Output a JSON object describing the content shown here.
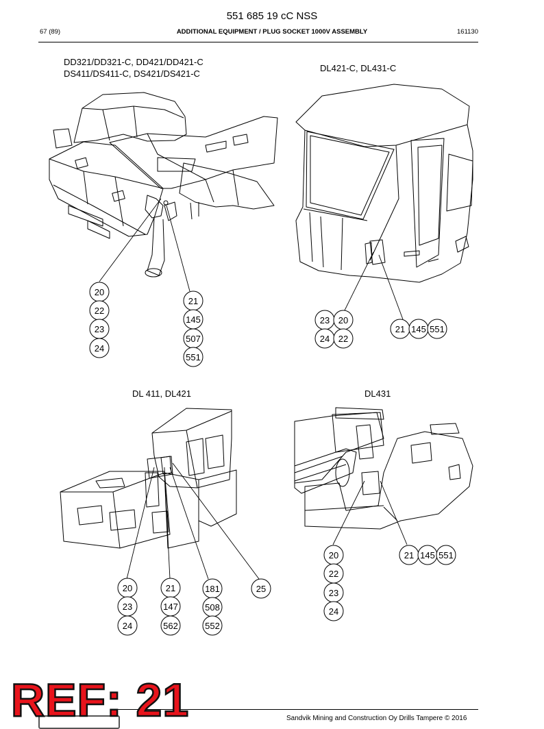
{
  "header": {
    "doc_number": "551 685 19 cC NSS",
    "page": "67 (89)",
    "title": "ADDITIONAL EQUIPMENT / PLUG SOCKET 1000V ASSEMBLY",
    "date_code": "161130"
  },
  "views": {
    "top_left": {
      "caption_line1": "DD321/DD321-C, DD421/DD421-C",
      "caption_line2": "DS411/DS411-C, DS421/DS421-C",
      "callouts": [
        "20",
        "22",
        "23",
        "24",
        "21",
        "145",
        "507",
        "551"
      ]
    },
    "top_right": {
      "caption": "DL421-C, DL431-C",
      "callouts": [
        "23",
        "20",
        "24",
        "22",
        "21",
        "145",
        "551"
      ]
    },
    "bottom_left": {
      "caption": "DL 411, DL421",
      "callouts": [
        "20",
        "23",
        "24",
        "21",
        "147",
        "562",
        "181",
        "508",
        "552",
        "25"
      ]
    },
    "bottom_right": {
      "caption": "DL431",
      "callouts": [
        "20",
        "22",
        "23",
        "24",
        "21",
        "145",
        "551"
      ]
    }
  },
  "overlay": {
    "ref_label": "REF: 21"
  },
  "footer": {
    "copyright": "Sandvik Mining and Construction Oy Drills Tampere © 2016"
  },
  "colors": {
    "ref_fill": "#e8141c",
    "line": "#000000"
  }
}
